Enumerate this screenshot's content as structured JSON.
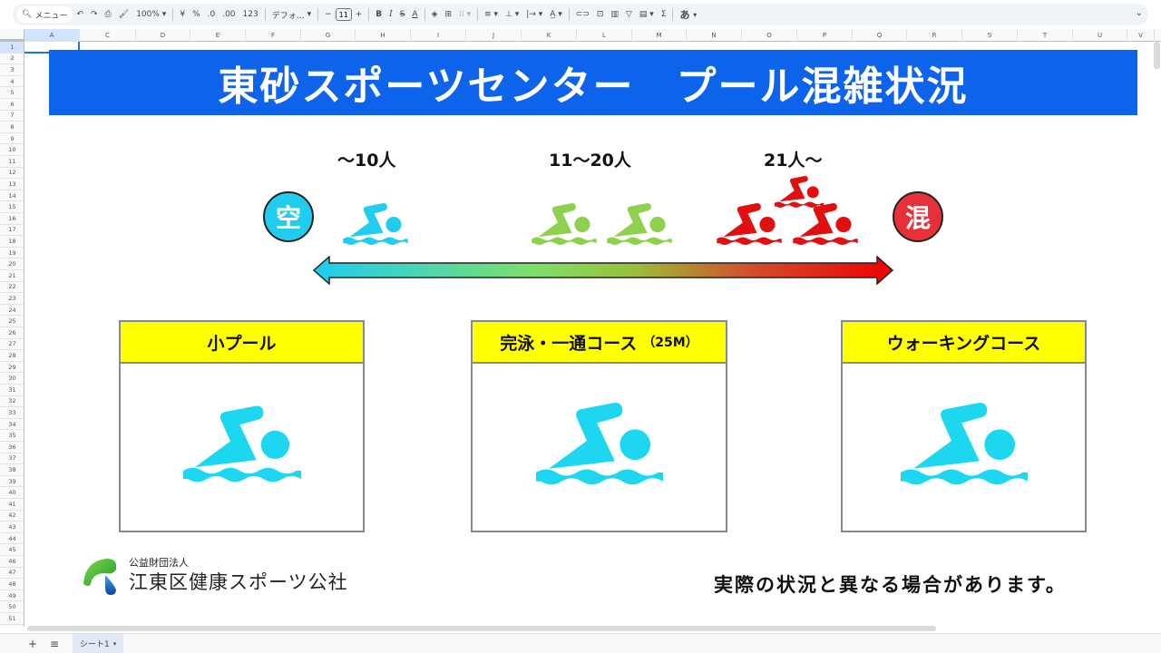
{
  "toolbar": {
    "search_label": "メニュー",
    "zoom": "100%",
    "currency": "¥",
    "percent": "%",
    "decrease_decimal": ".0",
    "increase_decimal": ".00",
    "number_format": "123",
    "font": "デフォ…",
    "font_size": "11",
    "minus": "−",
    "plus": "+",
    "bold": "B",
    "italic": "I",
    "strike": "S",
    "text_color": "A",
    "sum": "Σ",
    "input_tool": "あ"
  },
  "columns": [
    "A",
    "C",
    "D",
    "E",
    "F",
    "G",
    "H",
    "I",
    "J",
    "K",
    "L",
    "M",
    "N",
    "O",
    "P",
    "Q",
    "R",
    "S",
    "T",
    "U",
    "V"
  ],
  "rows": [
    "1",
    "2",
    "3",
    "4",
    "5",
    "6",
    "7",
    "8",
    "9",
    "10",
    "11",
    "12",
    "13",
    "14",
    "15",
    "16",
    "17",
    "18",
    "19",
    "20",
    "21",
    "22",
    "23",
    "24",
    "25",
    "26",
    "27",
    "28",
    "29",
    "30",
    "31",
    "32",
    "33",
    "34",
    "35",
    "36",
    "37",
    "38",
    "39",
    "40",
    "41",
    "42",
    "43",
    "44",
    "45",
    "46",
    "47",
    "48",
    "49",
    "50",
    "51"
  ],
  "banner": {
    "title": "東砂スポーツセンター　プール混雑状況",
    "color": "#0d63ea"
  },
  "legend": {
    "levels": [
      {
        "label": "～10人",
        "color": "#22ccee",
        "swimmers": 1
      },
      {
        "label": "11～20人",
        "color": "#8fd14f",
        "swimmers": 2
      },
      {
        "label": "21人～",
        "color": "#e01010",
        "swimmers": 3
      }
    ],
    "empty_badge": {
      "char": "空",
      "color": "#22ccee"
    },
    "crowded_badge": {
      "char": "混",
      "color": "#e8303a"
    }
  },
  "pools": [
    {
      "name": "小プール",
      "suffix": "",
      "status_color": "#1dd6f0"
    },
    {
      "name": "完泳・一通コース",
      "suffix": "（25M）",
      "status_color": "#1dd6f0"
    },
    {
      "name": "ウォーキングコース",
      "suffix": "",
      "status_color": "#1dd6f0"
    }
  ],
  "footer": {
    "org_type": "公益財団法人",
    "org_name": "江東区健康スポーツ公社",
    "notice": "実際の状況と異なる場合があります。"
  },
  "sheet_tabs": {
    "add": "+",
    "list": "≡",
    "active": "シート1"
  }
}
